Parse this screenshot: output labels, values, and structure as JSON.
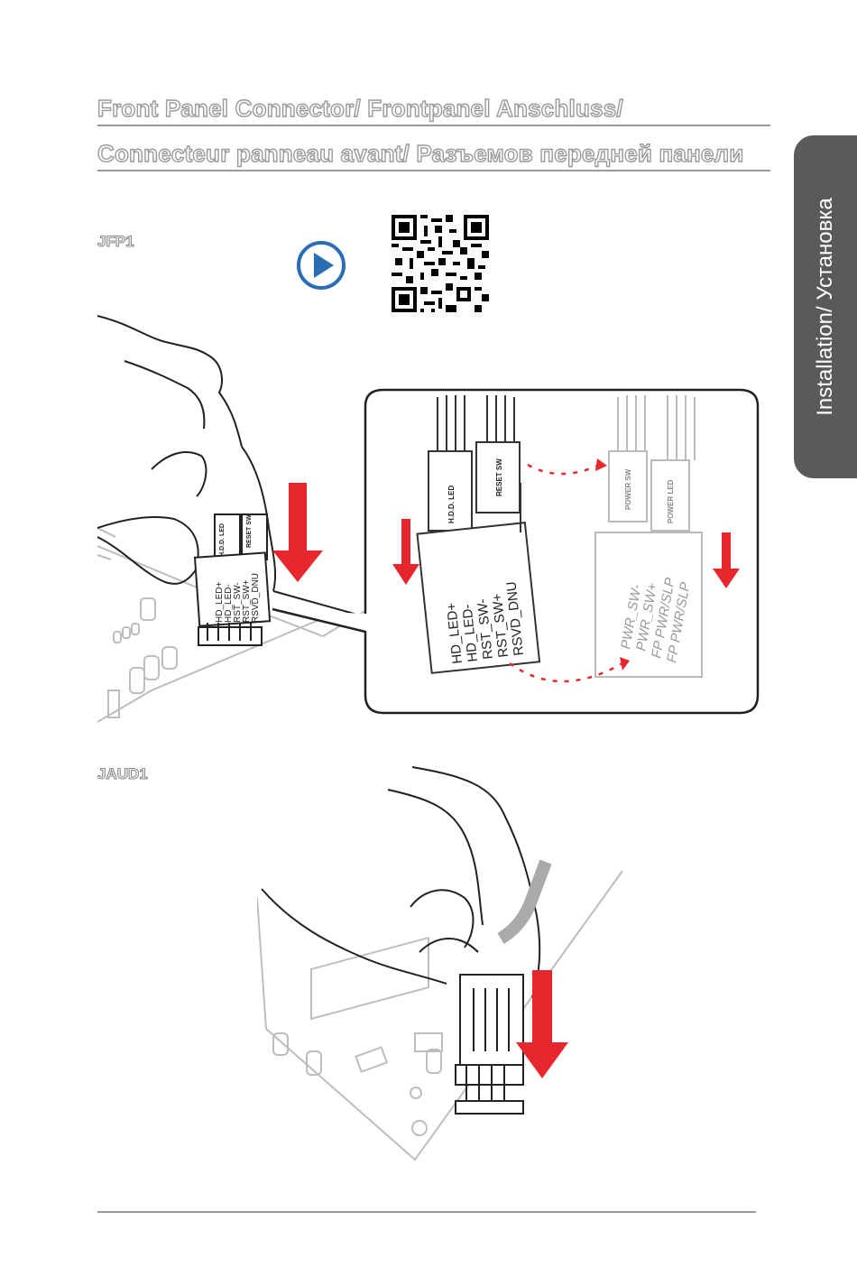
{
  "header": {
    "title_line1": "Front Panel Connector/ Frontpanel Anschluss/",
    "title_line2": "Connecteur panneau avant/ Разъемов передней панели"
  },
  "side_tab": {
    "label": "Installation/ Установка"
  },
  "sections": {
    "jfp1": {
      "label": "JFP1"
    },
    "jaud1": {
      "label": "JAUD1"
    }
  },
  "diagram": {
    "left_connector_labels": [
      "H.D.D. LED",
      "RESET SW"
    ],
    "left_pin_labels": [
      "HD_LED+",
      "HD_LED-",
      "RST_SW-",
      "RST_SW+",
      "RSVD_DNU"
    ],
    "right_connector_labels": [
      "POWER SW",
      "POWER LED"
    ],
    "right_pin_labels": [
      "PWR_SW-",
      "PWR_SW+",
      "FP PWR/SLP",
      "FP PWR/SLP"
    ],
    "hand_connector_labels": [
      "H.D.D. LED",
      "RESET SW"
    ],
    "hand_pin_labels": [
      "HD_LED+",
      "HD_LED-",
      "RST_SW-",
      "RST_SW+",
      "RSVD_DNU"
    ]
  },
  "colors": {
    "arrow_red": "#e8262d",
    "play_blue": "#2a6db5",
    "tab_gray": "#5a5a5a"
  },
  "icons": [
    "play-icon",
    "qr-code-icon"
  ]
}
